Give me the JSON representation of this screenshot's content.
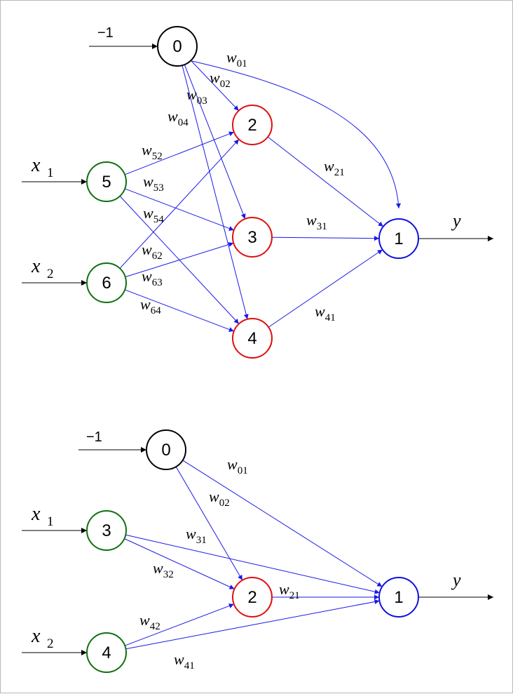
{
  "diagrams": [
    {
      "bias_label": "−1",
      "output_label": "y",
      "inputs": [
        {
          "main": "x",
          "sub": "1",
          "node": "5"
        },
        {
          "main": "x",
          "sub": "2",
          "node": "6"
        }
      ],
      "nodes": [
        {
          "id": "0",
          "label": "0",
          "role": "bias",
          "color": "#000000"
        },
        {
          "id": "2",
          "label": "2",
          "role": "hidden",
          "color": "#e01010"
        },
        {
          "id": "3",
          "label": "3",
          "role": "hidden",
          "color": "#e01010"
        },
        {
          "id": "4",
          "label": "4",
          "role": "hidden",
          "color": "#e01010"
        },
        {
          "id": "5",
          "label": "5",
          "role": "input",
          "color": "#107010"
        },
        {
          "id": "6",
          "label": "6",
          "role": "input",
          "color": "#107010"
        },
        {
          "id": "1",
          "label": "1",
          "role": "output",
          "color": "#1010e0"
        }
      ],
      "edges": [
        {
          "from": "0",
          "to": "1",
          "w": "w",
          "sub": "01"
        },
        {
          "from": "0",
          "to": "2",
          "w": "w",
          "sub": "02"
        },
        {
          "from": "0",
          "to": "3",
          "w": "w",
          "sub": "03"
        },
        {
          "from": "0",
          "to": "4",
          "w": "w",
          "sub": "04"
        },
        {
          "from": "5",
          "to": "2",
          "w": "w",
          "sub": "52"
        },
        {
          "from": "5",
          "to": "3",
          "w": "w",
          "sub": "53"
        },
        {
          "from": "5",
          "to": "4",
          "w": "w",
          "sub": "54"
        },
        {
          "from": "6",
          "to": "2",
          "w": "w",
          "sub": "62"
        },
        {
          "from": "6",
          "to": "3",
          "w": "w",
          "sub": "63"
        },
        {
          "from": "6",
          "to": "4",
          "w": "w",
          "sub": "64"
        },
        {
          "from": "2",
          "to": "1",
          "w": "w",
          "sub": "21"
        },
        {
          "from": "3",
          "to": "1",
          "w": "w",
          "sub": "31"
        },
        {
          "from": "4",
          "to": "1",
          "w": "w",
          "sub": "41"
        }
      ]
    },
    {
      "bias_label": "−1",
      "output_label": "y",
      "inputs": [
        {
          "main": "x",
          "sub": "1",
          "node": "3"
        },
        {
          "main": "x",
          "sub": "2",
          "node": "4"
        }
      ],
      "nodes": [
        {
          "id": "0",
          "label": "0",
          "role": "bias",
          "color": "#000000"
        },
        {
          "id": "3",
          "label": "3",
          "role": "input",
          "color": "#107010"
        },
        {
          "id": "4",
          "label": "4",
          "role": "input",
          "color": "#107010"
        },
        {
          "id": "2",
          "label": "2",
          "role": "hidden",
          "color": "#e01010"
        },
        {
          "id": "1",
          "label": "1",
          "role": "output",
          "color": "#1010e0"
        }
      ],
      "edges": [
        {
          "from": "0",
          "to": "1",
          "w": "w",
          "sub": "01"
        },
        {
          "from": "0",
          "to": "2",
          "w": "w",
          "sub": "02"
        },
        {
          "from": "3",
          "to": "1",
          "w": "w",
          "sub": "31"
        },
        {
          "from": "3",
          "to": "2",
          "w": "w",
          "sub": "32"
        },
        {
          "from": "4",
          "to": "2",
          "w": "w",
          "sub": "42"
        },
        {
          "from": "4",
          "to": "1",
          "w": "w",
          "sub": "41"
        },
        {
          "from": "2",
          "to": "1",
          "w": "w",
          "sub": "21"
        }
      ]
    }
  ],
  "edge_color": "#1a1ae6"
}
